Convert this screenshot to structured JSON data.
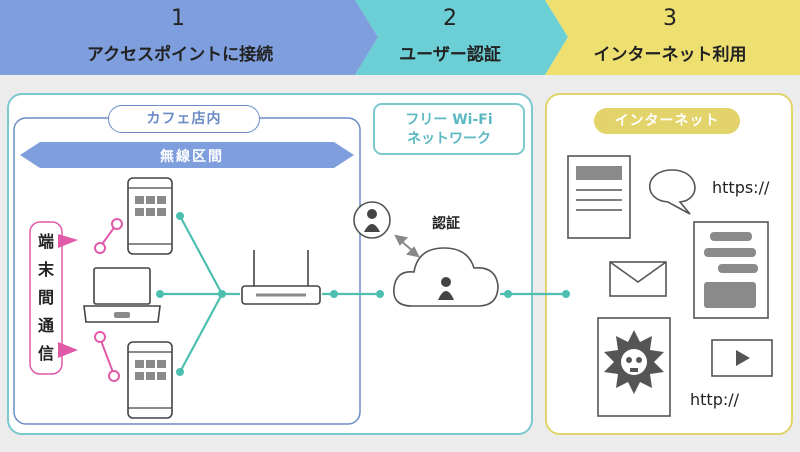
{
  "steps": [
    {
      "num": "1",
      "label": "アクセスポイントに接続"
    },
    {
      "num": "2",
      "label": "ユーザー認証"
    },
    {
      "num": "3",
      "label": "インターネット利用"
    }
  ],
  "cafe": {
    "title": "カフェ店内",
    "wireless_section": "無線区間",
    "inter_device_comm": [
      "端",
      "末",
      "間",
      "通",
      "信"
    ]
  },
  "free_wifi": {
    "line1": "フリー Wi-Fi",
    "line2": "ネットワーク"
  },
  "auth_label": "認証",
  "internet": {
    "title": "インターネット",
    "https_text": "https://",
    "http_text": "http://"
  },
  "colors": {
    "step1": "#7f9edd",
    "step2": "#6ccfd6",
    "step3": "#eee070",
    "teal": "#4dbfb0",
    "pink": "#e15aa8",
    "cafe_border": "#6c8cc6",
    "wifi_border": "#7cc8cf",
    "internet_border": "#e2d36a"
  }
}
